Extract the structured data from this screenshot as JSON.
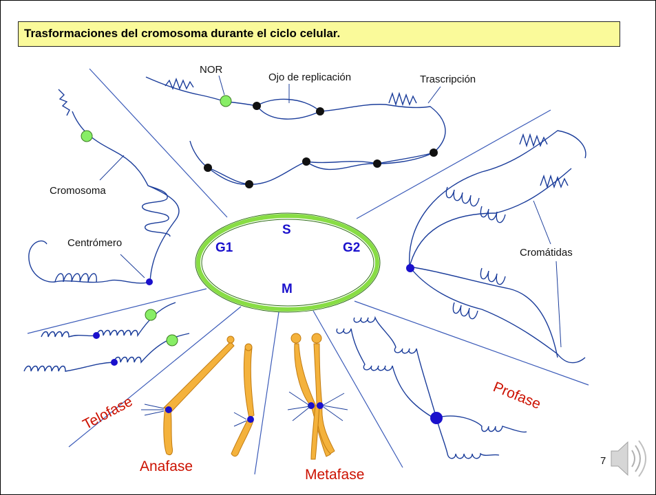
{
  "slide": {
    "title": "Trasformaciones del cromosoma durante el ciclo celular.",
    "slide_number": "7"
  },
  "cycle": {
    "s": "S",
    "g1": "G1",
    "g2": "G2",
    "m": "M"
  },
  "labels": {
    "nor": "NOR",
    "ojo": "Ojo de replicación",
    "trascripcion": "Trascripción",
    "cromosoma": "Cromosoma",
    "centromero": "Centrómero",
    "cromatidas": "Cromátidas"
  },
  "phases": {
    "telofase": "Telofase",
    "anafase": "Anafase",
    "metafase": "Metafase",
    "profase": "Profase"
  },
  "colors": {
    "title_bg": "#fafa9a",
    "chromosome_line": "#1a3c9a",
    "centromere": "#1a10cc",
    "nor": "#88ee66",
    "cycle_ring": "#88dd44",
    "chromatid_body": "#f4b23c",
    "phase_text": "#cc1100"
  },
  "icons": {
    "audio": "speaker-icon"
  }
}
